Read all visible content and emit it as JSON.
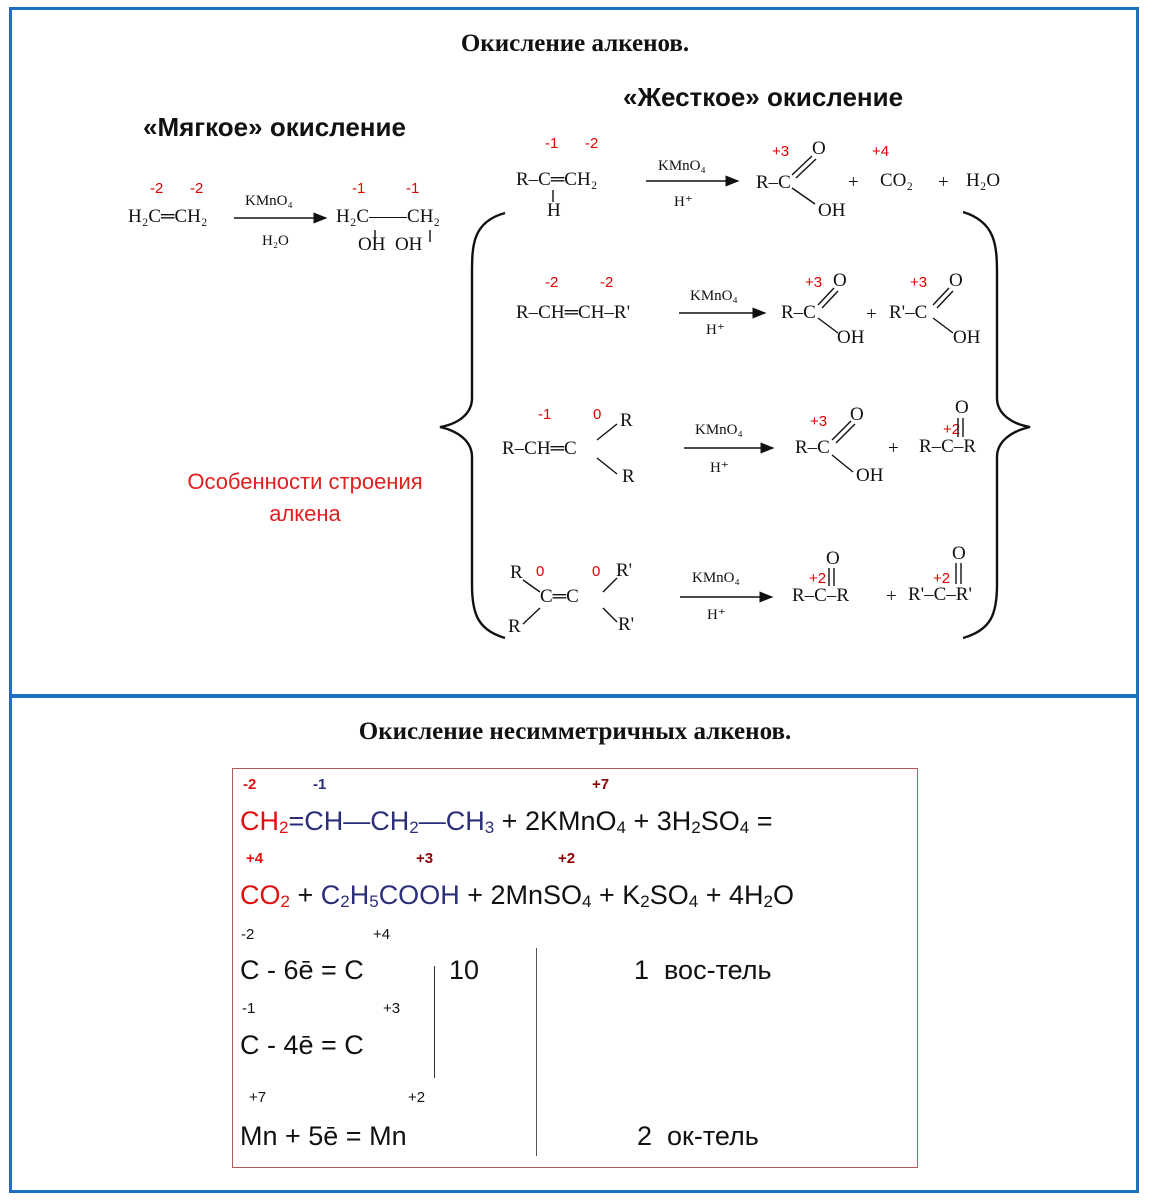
{
  "top": {
    "title": "Окисление алкенов.",
    "soft_title": "«Мягкое» окисление",
    "hard_title": "«Жесткое» окисление",
    "side_note_line1": "Особенности строения",
    "side_note_line2": "алкена"
  },
  "soft": {
    "ox_left_1": "-2",
    "ox_left_2": "-2",
    "reactant": "H₂C═CH₂",
    "reagent": "KMnO₄",
    "condition": "H₂O",
    "ox_right_1": "-1",
    "ox_right_2": "-1",
    "product_top": "H₂C——CH₂",
    "product_oh": "OH  OH"
  },
  "hard": {
    "r1": {
      "ox1": "-1",
      "ox2": "-2",
      "reactant": "R–C═CH₂",
      "h": "H",
      "reagent": "KMnO₄",
      "condition": "H⁺",
      "p_ox1": "+3",
      "p_ox2": "+4",
      "p_acid": "R–C",
      "o": "O",
      "oh": "OH",
      "plus1": "+",
      "co2": "CO₂",
      "plus2": "+",
      "h2o": "H₂O"
    },
    "r2": {
      "ox1": "-2",
      "ox2": "-2",
      "reactant": "R–CH═CH–R'",
      "reagent": "KMnO₄",
      "condition": "H⁺",
      "p_ox1": "+3",
      "p_ox2": "+3",
      "p_acid1": "R–C",
      "o1": "O",
      "oh1": "OH",
      "plus": "+",
      "p_acid2": "R'–C",
      "o2": "O",
      "oh2": "OH"
    },
    "r3": {
      "ox1": "-1",
      "ox2": "0",
      "reactant": "R–CH═C",
      "r_top": "R",
      "r_bottom": "R",
      "reagent": "KMnO₄",
      "condition": "H⁺",
      "p_ox1": "+3",
      "p_ox2": "+2",
      "p_acid": "R–C",
      "o1": "O",
      "oh": "OH",
      "plus": "+",
      "ketone": "R–C–R",
      "o2": "O"
    },
    "r4": {
      "ox1": "0",
      "ox2": "0",
      "r_tl": "R",
      "r_bl": "R",
      "center": "C═C",
      "r_tr": "R'",
      "r_br": "R'",
      "reagent": "KMnO₄",
      "condition": "H⁺",
      "p_ox1": "+2",
      "p_ox2": "+2",
      "ketone1": "R–C–R",
      "o1": "O",
      "plus": "+",
      "ketone2": "R'–C–R'",
      "o2": "O"
    }
  },
  "bottom": {
    "title": "Окисление несимметричных алкенов.",
    "eq1_ox": {
      "a": "-2",
      "b": "-1",
      "c": "+7"
    },
    "eq1": {
      "ch2": "CH",
      "ch2_sub": "2",
      "rest": "=CH—CH",
      "rest_sub": "2",
      "ch3": "—CH",
      "ch3_sub": "3",
      "rhs": " + 2KMnO",
      "rhs_sub": "4",
      "rhs2": " + 3H",
      "rhs2_sub": "2",
      "rhs3": "SO",
      "rhs3_sub": "4",
      "rhs4": " ="
    },
    "eq2_ox": {
      "a": "+4",
      "b": "+3",
      "c": "+2"
    },
    "eq2": {
      "co": "CO",
      "co_sub": "2",
      "plus1": " + ",
      "c": "C",
      "c_sub": "2",
      "h": "H",
      "h_sub": "5",
      "cooh": "COOH",
      "rest": " + 2MnSO",
      "rest_sub": "4",
      "rest2": " + K",
      "rest2_sub": "2",
      "rest3": "SO",
      "rest3_sub": "4",
      "rest4": " + 4H",
      "rest4_sub": "2",
      "rest5": "O"
    },
    "half1": {
      "ox_l": "-2",
      "ox_r": "+4",
      "text": "C - 6ē = C",
      "num": "10",
      "role": "1  вос-тель"
    },
    "half2": {
      "ox_l": "-1",
      "ox_r": "+3",
      "text": "C - 4ē = C"
    },
    "half3": {
      "ox_l": "+7",
      "ox_r": "+2",
      "text": "Mn + 5ē = Mn",
      "role": "2  ок-тель"
    }
  },
  "colors": {
    "border": "#1f6fc0",
    "oxidation": "#e00000",
    "blue_text": "#2b2f7a",
    "box_border": "#b55a5a"
  }
}
